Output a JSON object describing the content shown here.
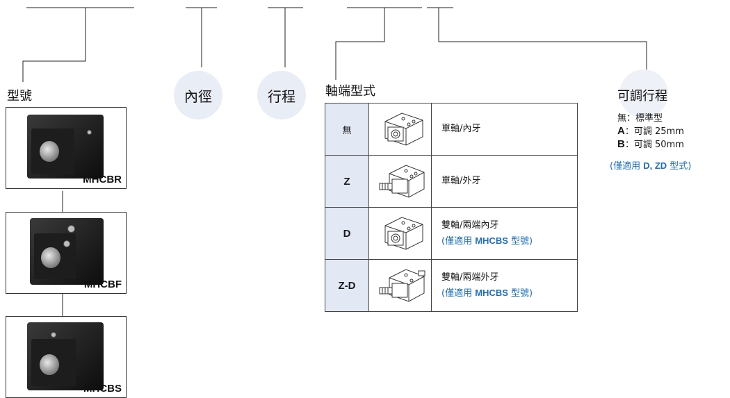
{
  "fields": {
    "model": "型號",
    "bore": "內徑",
    "stroke": "行程",
    "shaft_end": "軸端型式",
    "adjustable_stroke": "可調行程"
  },
  "models": [
    {
      "name": "MHCBR"
    },
    {
      "name": "MHCBF"
    },
    {
      "name": "MHCBS"
    }
  ],
  "shaft_end_options": [
    {
      "code": "無",
      "desc": "單軸/內牙",
      "note": ""
    },
    {
      "code": "Z",
      "desc": "單軸/外牙",
      "note": ""
    },
    {
      "code": "D",
      "desc": "雙軸/兩端內牙",
      "note_prefix": "(僅適用 ",
      "note_models": "MHCBS",
      "note_suffix": " 型號)"
    },
    {
      "code": "Z-D",
      "desc": "雙軸/兩端外牙",
      "note_prefix": "(僅適用 ",
      "note_models": "MHCBS",
      "note_suffix": " 型號)"
    }
  ],
  "adjustable_options": [
    {
      "code": "無",
      "sep": "：",
      "desc": "標準型"
    },
    {
      "code": "A",
      "sep": "：",
      "desc": "可調 25mm"
    },
    {
      "code": "B",
      "sep": "：",
      "desc": "可調 50mm"
    }
  ],
  "adjustable_note": {
    "prefix": "(僅適用 ",
    "models": "D, ZD",
    "suffix": " 型式)"
  },
  "colors": {
    "accent_blue": "#1a6fc4",
    "circle_bg": "#e9edf6",
    "code_cell_bg": "#e3e8f5"
  }
}
